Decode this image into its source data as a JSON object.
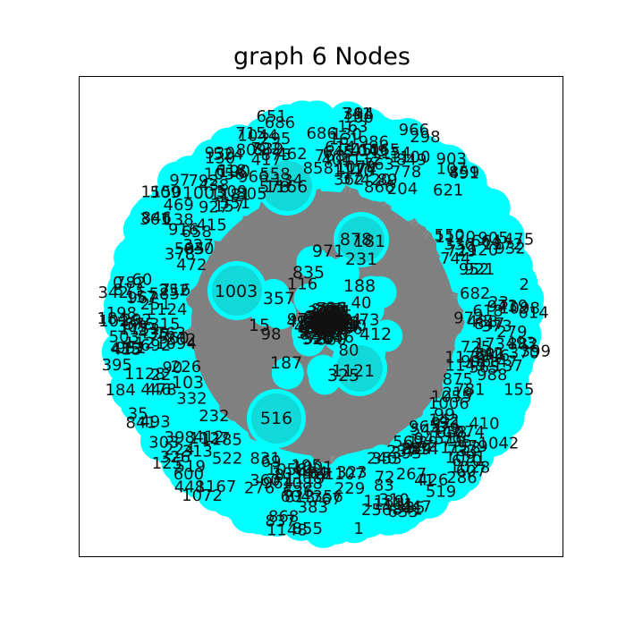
{
  "title": "graph 6 Nodes",
  "colors": {
    "node_fill": "#00ffff",
    "node_inner": "#12d9d9",
    "edge": "#808080",
    "label": "#111111",
    "background": "#ffffff"
  },
  "labeled_nodes": [
    {
      "id": "1166",
      "label": "1166"
    },
    {
      "id": "1003",
      "label": "1003"
    },
    {
      "id": "516",
      "label": "516"
    },
    {
      "id": "971",
      "label": "971"
    },
    {
      "id": "878",
      "label": "878"
    },
    {
      "id": "181",
      "label": "181"
    },
    {
      "id": "231",
      "label": "231"
    },
    {
      "id": "188",
      "label": "188"
    },
    {
      "id": "835",
      "label": "835"
    },
    {
      "id": "116",
      "label": "116"
    },
    {
      "id": "1121",
      "label": "1121"
    },
    {
      "id": "325",
      "label": "325"
    },
    {
      "id": "187",
      "label": "187"
    },
    {
      "id": "412",
      "label": "412"
    },
    {
      "id": "103",
      "label": "103"
    },
    {
      "id": "745",
      "label": "745"
    },
    {
      "id": "99",
      "label": "99"
    },
    {
      "id": "190",
      "label": "190"
    },
    {
      "id": "357",
      "label": "357"
    },
    {
      "id": "15",
      "label": "15"
    },
    {
      "id": "98",
      "label": "98"
    },
    {
      "id": "40",
      "label": "40"
    },
    {
      "id": "73",
      "label": "73"
    },
    {
      "id": "80",
      "label": "80"
    },
    {
      "id": "1003b",
      "label": "1003"
    }
  ]
}
